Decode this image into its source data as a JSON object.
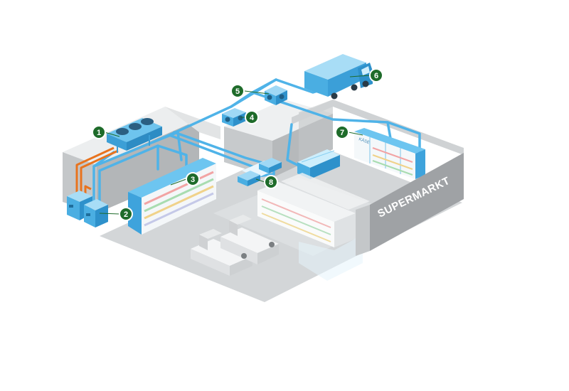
{
  "store_sign": "SUPERMARKT",
  "case_label": "KÄSE",
  "markers": [
    {
      "id": "marker-1",
      "number": "1",
      "component": "roof-condenser"
    },
    {
      "id": "marker-2",
      "number": "2",
      "component": "compressor-units"
    },
    {
      "id": "marker-3",
      "number": "3",
      "component": "refrigerated-wall-shelf"
    },
    {
      "id": "marker-4",
      "number": "4",
      "component": "cold-room-evaporator"
    },
    {
      "id": "marker-5",
      "number": "5",
      "component": "roof-evaporator-unit"
    },
    {
      "id": "marker-6",
      "number": "6",
      "component": "delivery-truck"
    },
    {
      "id": "marker-7",
      "number": "7",
      "component": "cheese-display-cabinet"
    },
    {
      "id": "marker-8",
      "number": "8",
      "component": "ceiling-air-cooler"
    }
  ],
  "colors": {
    "marker": "#1e6b2a",
    "refrigeration": "#4fb3e8",
    "heat_line": "#e8731e",
    "floor": "#d7d9db",
    "wall": "#9ea1a4"
  }
}
